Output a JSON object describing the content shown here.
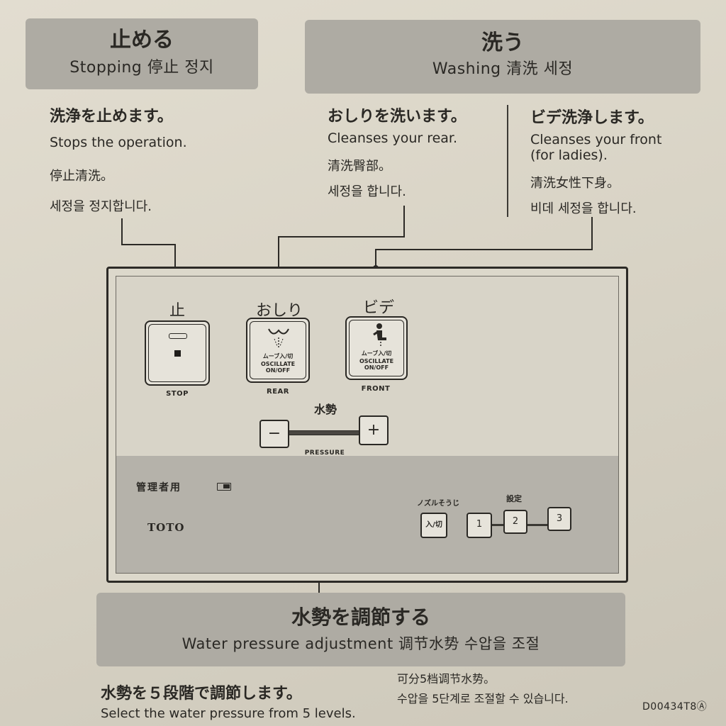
{
  "stop": {
    "header_jp": "止める",
    "header_ml": "Stopping  停止  정지",
    "title": "洗浄を止めます。",
    "en": "Stops the operation.",
    "zh": "停止清洗。",
    "ko": "세정을 정지합니다."
  },
  "washing": {
    "header_jp": "洗う",
    "header_ml": "Washing  清洗  세정",
    "rear": {
      "title": "おしりを洗います。",
      "en": "Cleanses your rear.",
      "zh": "清洗臀部。",
      "ko": "세정을 합니다."
    },
    "front": {
      "title": "ビデ洗浄します。",
      "en_line1": "Cleanses your front",
      "en_line2": "(for ladies).",
      "zh": "清洗女性下身。",
      "ko": "비데 세정을 합니다."
    }
  },
  "panel": {
    "stop_top": "止",
    "stop_bottom": "STOP",
    "rear_top": "おしり",
    "rear_mini_jp": "ムーブ入/切",
    "rear_mini_en1": "OSCILLATE",
    "rear_mini_en2": "ON/OFF",
    "rear_bottom": "REAR",
    "front_top": "ビデ",
    "front_mini_jp": "ムーブ入/切",
    "front_mini_en1": "OSCILLATE",
    "front_mini_en2": "ON/OFF",
    "front_bottom": "FRONT",
    "pressure_top": "水勢",
    "minus": "−",
    "plus": "+",
    "pressure_bottom": "PRESSURE",
    "admin_label": "管理者用",
    "brand": "TOTO",
    "nozzle_label": "ノズルそうじ",
    "nozzle_btn": "入/切",
    "setting_label": "設定",
    "settings": [
      "1",
      "2",
      "3"
    ]
  },
  "pressure_info": {
    "header_jp": "水勢を調節する",
    "header_ml": "Water pressure adjustment    调节水势    수압을 조절",
    "title": "水勢を５段階で調節します。",
    "en": "Select the water pressure from 5 levels.",
    "zh": "可分5档调节水势。",
    "ko": "수압을 5단계로 조절할 수 있습니다."
  },
  "code": "D00434T8Ⓐ"
}
